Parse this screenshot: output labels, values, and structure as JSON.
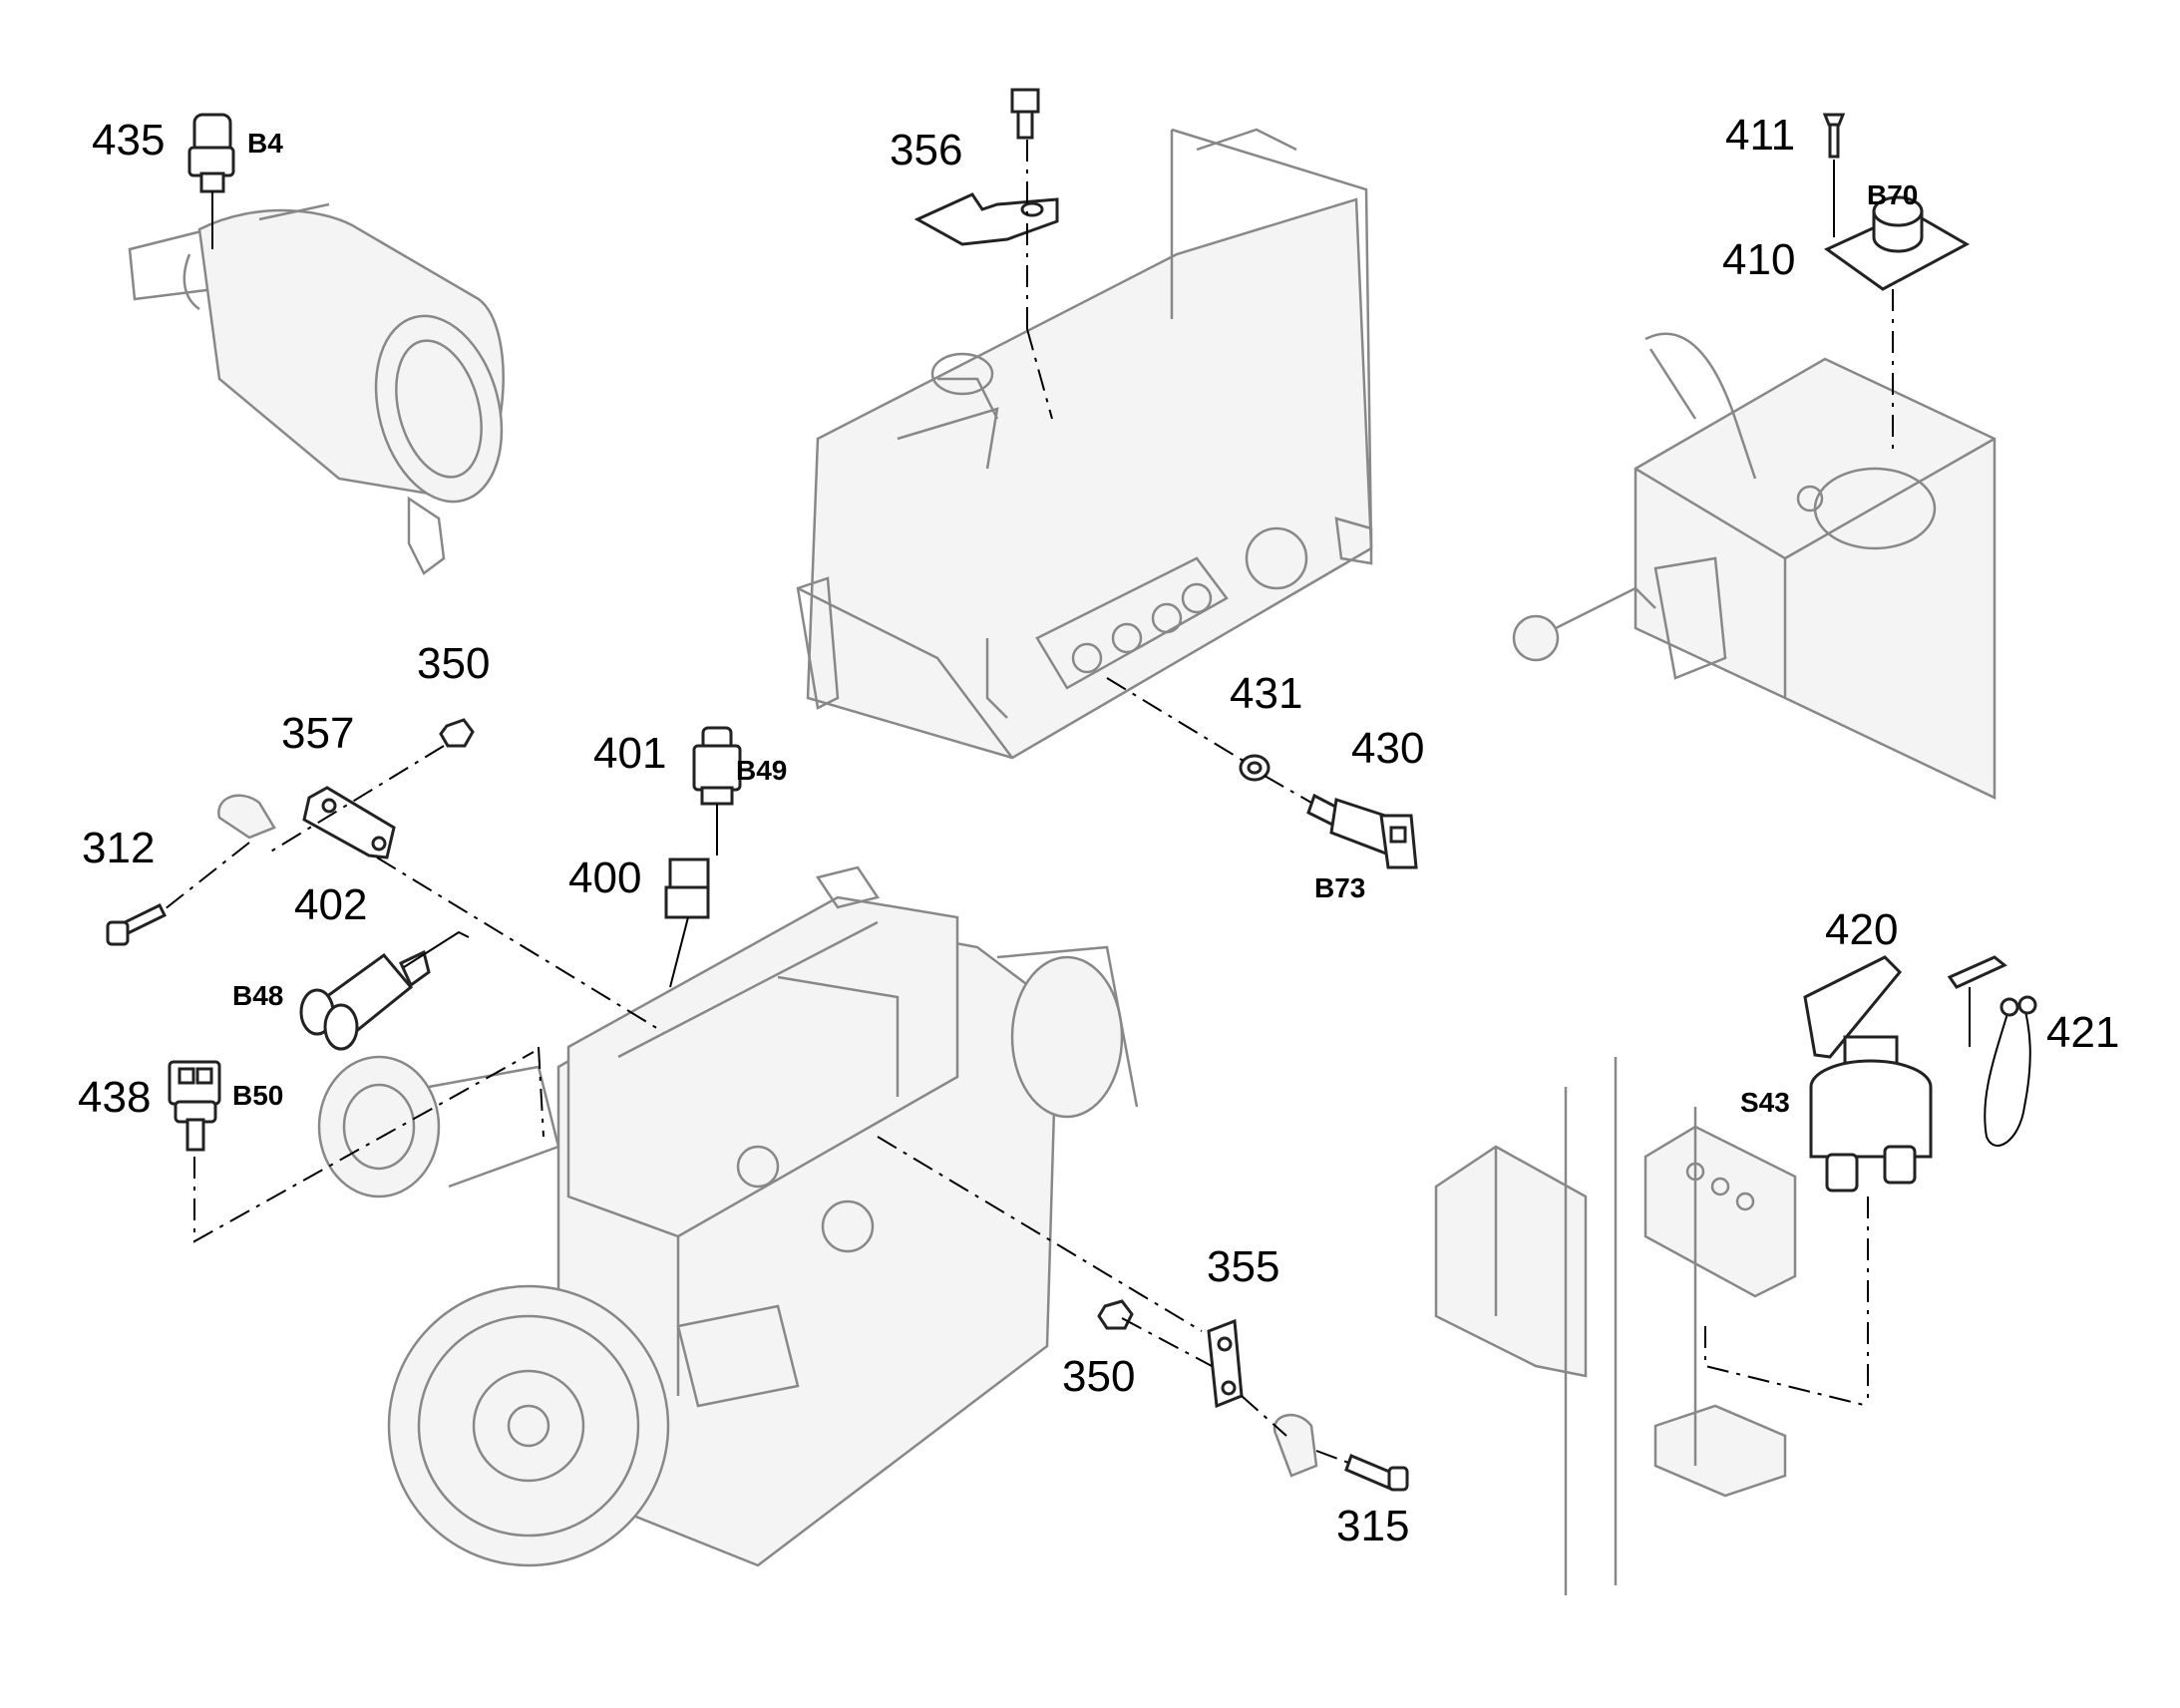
{
  "callouts": {
    "c435": "435",
    "c411": "411",
    "c410": "410",
    "c356": "356",
    "c350a": "350",
    "c357": "357",
    "c401": "401",
    "c431": "431",
    "c430": "430",
    "c312": "312",
    "c400": "400",
    "c402": "402",
    "c420": "420",
    "c421": "421",
    "c438": "438",
    "c355": "355",
    "c350b": "350",
    "c315": "315"
  },
  "codes": {
    "b4": "B4",
    "b70": "B70",
    "b49": "B49",
    "b73": "B73",
    "b48": "B48",
    "b50": "B50",
    "s43": "S43"
  },
  "icons": [
    "air-filter",
    "tank-frame",
    "operator-console",
    "engine",
    "battery-switch"
  ]
}
